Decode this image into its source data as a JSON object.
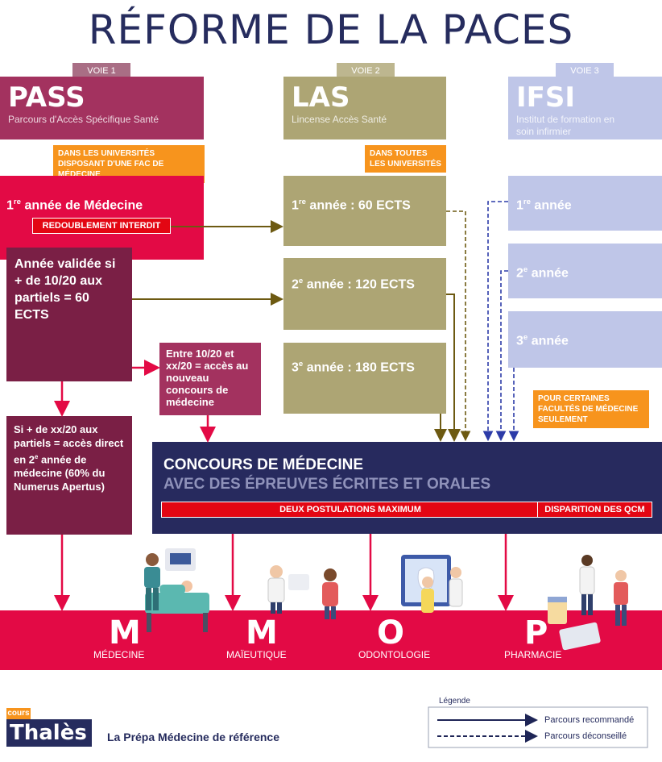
{
  "title": "RÉFORME DE LA PACES",
  "voies": [
    {
      "tag": "VOIE 1",
      "name": "PASS",
      "sub": "Parcours d'Accès Spécifique Santé",
      "note": "DANS LES UNIVERSITÉS DISPOSANT D'UNE FAC DE MÉDECINE"
    },
    {
      "tag": "VOIE 2",
      "name": "LAS",
      "sub": "Lincense Accès Santé",
      "note": "DANS TOUTES LES UNIVERSITÉS"
    },
    {
      "tag": "VOIE 3",
      "name": "IFSI",
      "sub": "Institut de formation en soin infirmier",
      "note": "POUR CERTAINES FACULTÉS DE MÉDECINE SEULEMENT"
    }
  ],
  "pass": {
    "year1": "année de Médecine",
    "year1_num": "1",
    "year1_sup": "re",
    "redoublement": "REDOUBLEMENT INTERDIT",
    "validated": "Année validée si + de 10/20 aux partiels = 60 ECTS",
    "entre": "Entre 10/20 et xx/20 = accès au nouveau concours de médecine",
    "direct_a": "Si + de xx/20 aux partiels = accès direct en 2",
    "direct_sup": "e",
    "direct_b": " année de médecine (60% du Numerus Apertus)"
  },
  "las": {
    "y1_num": "1",
    "y1_sup": "re",
    "y1": " année : 60 ECTS",
    "y2_num": "2",
    "y2_sup": "e",
    "y2": " année : 120 ECTS",
    "y3_num": "3",
    "y3_sup": "e",
    "y3": " année : 180 ECTS"
  },
  "ifsi": {
    "y1_num": "1",
    "y1_sup": "re",
    "y1": " année",
    "y2_num": "2",
    "y2_sup": "e",
    "y2": " année",
    "y3_num": "3",
    "y3_sup": "e",
    "y3": " année"
  },
  "concours": {
    "title": "CONCOURS DE MÉDECINE",
    "subtitle": "AVEC DES ÉPREUVES ÉCRITES ET ORALES",
    "postulations": "DEUX POSTULATIONS MAXIMUM",
    "qcm": "DISPARITION DES QCM"
  },
  "domains": [
    {
      "letter": "M",
      "label": "MÉDECINE"
    },
    {
      "letter": "M",
      "label": "MAÏEUTIQUE"
    },
    {
      "letter": "O",
      "label": "ODONTOLOGIE"
    },
    {
      "letter": "P",
      "label": "PHARMACIE"
    }
  ],
  "footer": {
    "brand_small": "cours",
    "brand": "Thalès",
    "tagline": "La Prépa Médecine de référence"
  },
  "legend": {
    "title": "Légende",
    "solid": "Parcours recommandé",
    "dashed": "Parcours déconseillé"
  },
  "colors": {
    "pass": "#a3325f",
    "las": "#ada574",
    "ifsi": "#bfc6e8",
    "red": "#e30a45",
    "navy": "#272a5e",
    "orange": "#f7941d"
  }
}
